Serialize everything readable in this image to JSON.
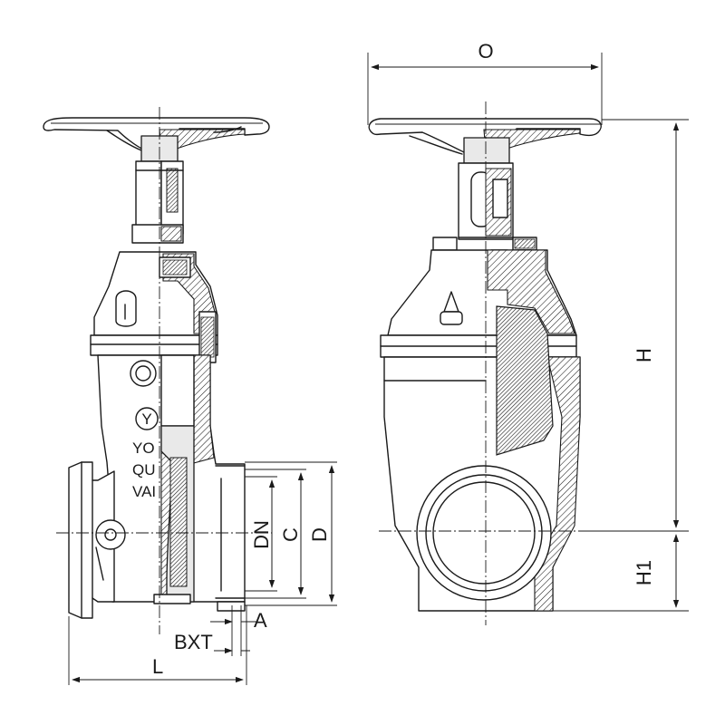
{
  "dimensions": {
    "O": "O",
    "H": "H",
    "H1": "H1",
    "DN": "DN",
    "C": "C",
    "D": "D",
    "A": "A",
    "BXT": "BXT",
    "L": "L"
  },
  "body_text": {
    "logo": "Y",
    "line1": "YO",
    "line2": "QU",
    "line3": "VAI"
  }
}
